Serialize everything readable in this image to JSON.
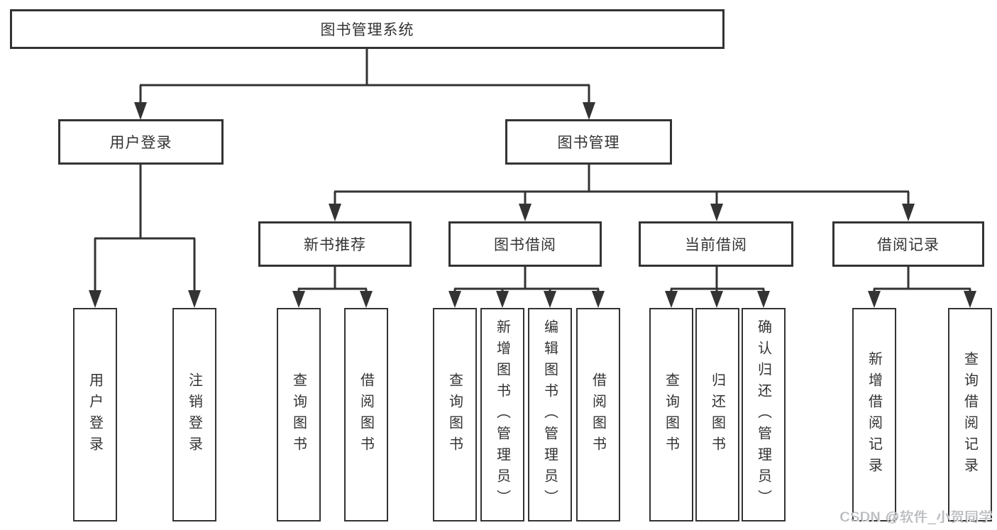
{
  "tree": {
    "label": "图书管理系统",
    "children": [
      {
        "label": "用户登录",
        "children": [
          {
            "label": "用户登录"
          },
          {
            "label": "注销登录"
          }
        ]
      },
      {
        "label": "图书管理",
        "children": [
          {
            "label": "新书推荐",
            "children": [
              {
                "label": "查询图书"
              },
              {
                "label": "借阅图书"
              }
            ]
          },
          {
            "label": "图书借阅",
            "children": [
              {
                "label": "查询图书"
              },
              {
                "label": "新增图书（管理员）"
              },
              {
                "label": "编辑图书（管理员）"
              },
              {
                "label": "借阅图书"
              }
            ]
          },
          {
            "label": "当前借阅",
            "children": [
              {
                "label": "查询图书"
              },
              {
                "label": "归还图书"
              },
              {
                "label": "确认归还（管理员）"
              }
            ]
          },
          {
            "label": "借阅记录",
            "children": [
              {
                "label": "新增借阅记录"
              },
              {
                "label": "查询借阅记录"
              }
            ]
          }
        ]
      }
    ]
  },
  "watermark": {
    "text": "CSDN @软件_小贺同学"
  },
  "colors": {
    "line": "#333333",
    "box_border": "#333333",
    "text": "#333333",
    "watermark": "#b6b9bd",
    "background": "#ffffff"
  }
}
